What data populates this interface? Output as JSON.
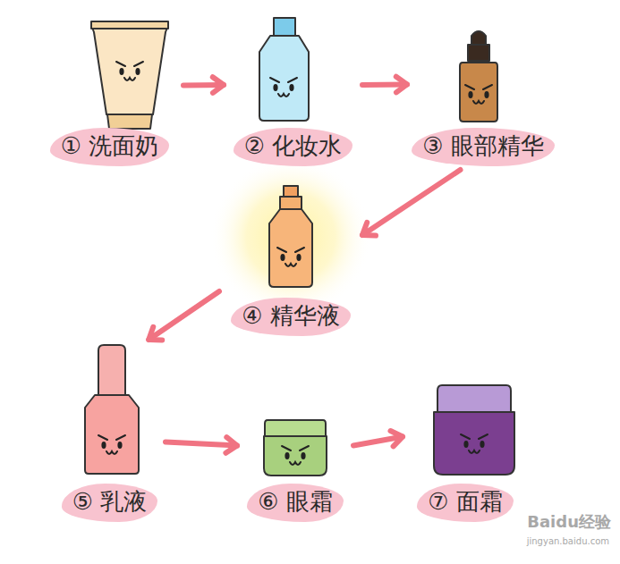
{
  "diagram": {
    "nodes": [
      {
        "text": [
          "① 洗面奶"
        ]
      },
      {
        "text": [
          "② 化妆水"
        ]
      },
      {
        "text": [
          "③ 眼部精华"
        ]
      },
      {
        "text": [
          "④ 精华液"
        ]
      },
      {
        "text": [
          "⑤ 乳液"
        ]
      },
      {
        "text": [
          "⑥ 眼霜"
        ]
      },
      {
        "text": [
          "⑦ 面霜"
        ]
      }
    ],
    "edges": [
      {
        "from": 0,
        "to": 1,
        "arrow": "to"
      },
      {
        "from": 1,
        "to": 2,
        "arrow": "to"
      },
      {
        "from": 2,
        "to": 3,
        "arrow": "to"
      },
      {
        "from": 3,
        "to": 4,
        "arrow": "to"
      },
      {
        "from": 4,
        "to": 5,
        "arrow": "to"
      },
      {
        "from": 5,
        "to": 6,
        "arrow": "to"
      }
    ],
    "labels": [
      "Baidu经验",
      "jingyan.baidu.com"
    ]
  }
}
